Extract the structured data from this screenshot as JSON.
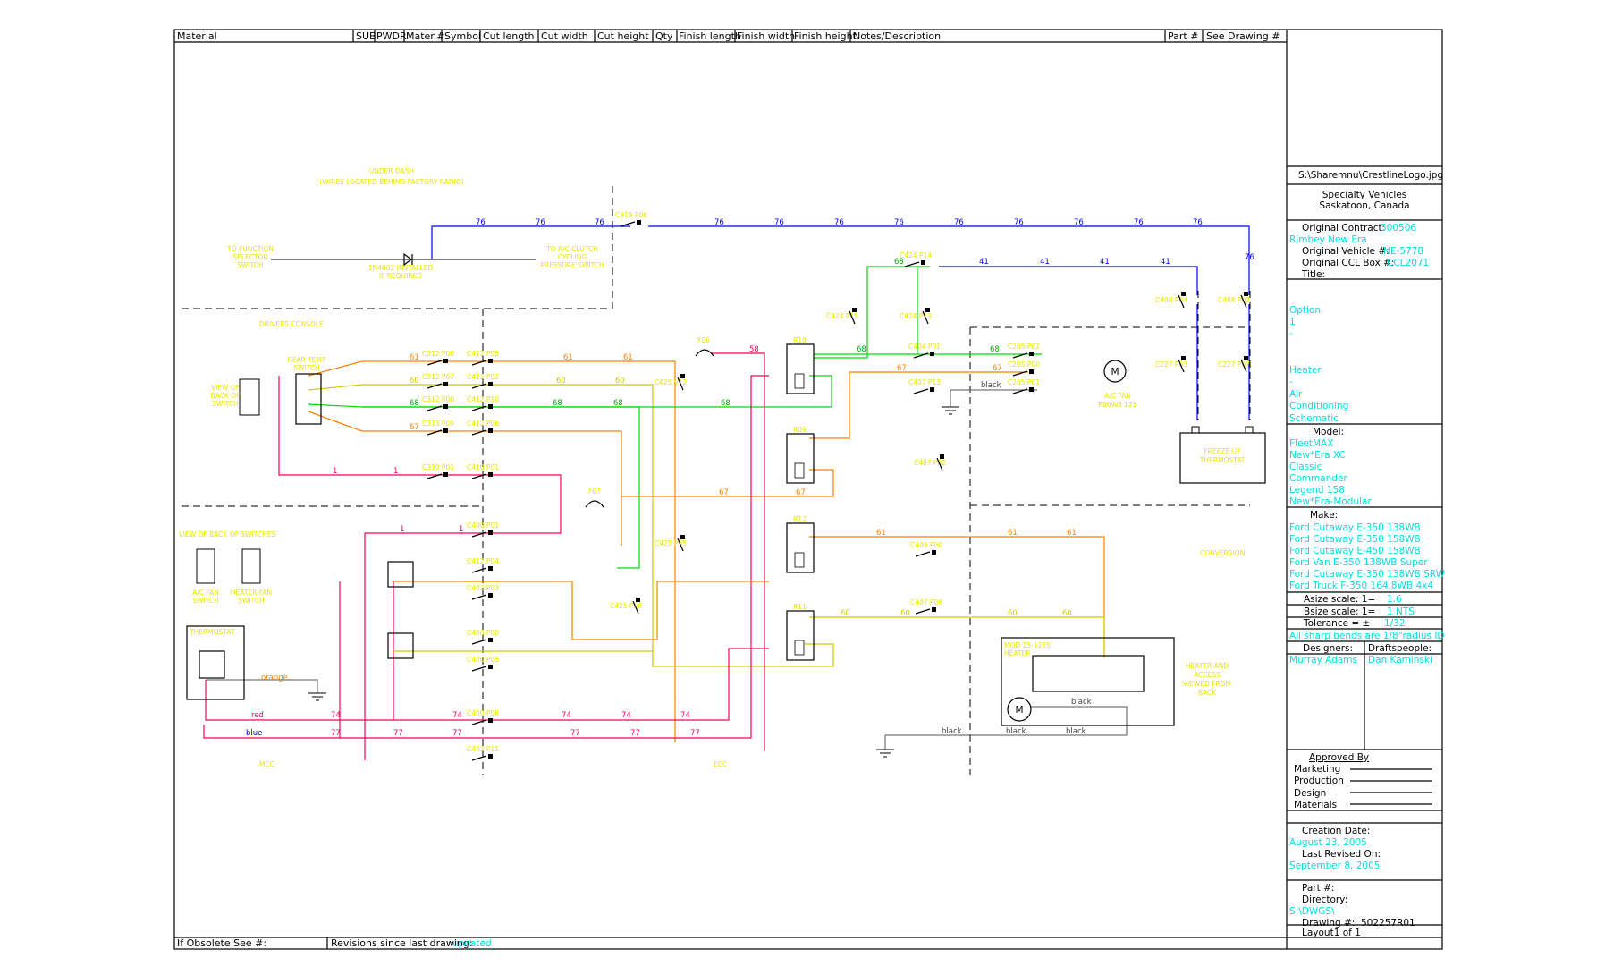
{
  "header": {
    "columns": [
      "Material",
      "SUB",
      "PWDR",
      "Mater.#",
      "Symbol",
      "Cut length",
      "Cut width",
      "Cut height",
      "Qty",
      "Finish length",
      "Finish width",
      "Finish height",
      "Notes/Description",
      "Part #",
      "See Drawing #"
    ]
  },
  "footer": {
    "obsolete_label": "If Obsolete See #:",
    "revisions_label": "Revisions since last drawing:",
    "revisions_value": "updated"
  },
  "title_block": {
    "logo_path": "S:\\Sharemnu\\CrestlineLogo.jpg",
    "company_line1": "Specialty Vehicles",
    "company_line2": "Saskatoon, Canada",
    "original_contract_label": "Original Contract:",
    "original_contract_value": "300506",
    "customer": "Rimbey New Era",
    "original_vehicle_label": "Original Vehicle #:",
    "original_vehicle_value": "NE-5778",
    "original_ccl_label": "Original CCL Box #:",
    "original_ccl_value": "CCL2071",
    "title_label": "Title:",
    "title_lines": [
      "Option",
      "1",
      "-",
      "",
      "",
      "Heater",
      "-",
      "Air",
      "Conditioning",
      "Schematic"
    ],
    "model_label": "Model:",
    "models": [
      "FleetMAX",
      "New*Era XC",
      "Classic",
      "Commander",
      "Legend 158",
      "New*Era-Modular"
    ],
    "make_label": "Make:",
    "makes": [
      "Ford Cutaway E-350 138WB",
      "Ford Cutaway E-350 158WB",
      "Ford Cutaway E-450 158WB",
      "Ford Van E-350 138WB Super",
      "Ford Cutaway E-350 138WB SRW",
      "Ford Truck F-350 164.8WB 4x4"
    ],
    "asize_label": "Asize scale: 1=",
    "asize_value": "1.6",
    "bsize_label": "Bsize scale: 1=",
    "bsize_value": "1  NTS",
    "tolerance_label": "Tolerance = ±",
    "tolerance_value": "1/32",
    "sharp_bends": "All sharp bends are 1/8\"radius ID",
    "designers_label": "Designers:",
    "designers_value": "Murray Adams",
    "draftspeople_label": "Draftspeople:",
    "draftspeople_value": "Dan Kaminski",
    "approved_label": "Approved By",
    "approvals": [
      "Marketing",
      "Production",
      "Design",
      "Materials"
    ],
    "creation_label": "Creation Date:",
    "creation_value": "August 23, 2005",
    "revised_label": "Last Revised On:",
    "revised_value": "September 8, 2005",
    "part_label": "Part #:",
    "directory_label": "Directory:",
    "directory_value": "S:\\DWGS\\",
    "drawing_label": "Drawing #:",
    "drawing_value": "502257R01",
    "layout_value": "Layout1 of 1"
  },
  "zones": {
    "under_dash": [
      "UNDER DASH",
      "(WIRES LOCATED BEHIND FACTORY RADIO)"
    ],
    "drivers_console": "DRIVERS CONSOLE",
    "conversion": "CONVERSION",
    "mcc": "MCC",
    "ecc": "ECC"
  },
  "components": {
    "fan_label_1": "A/C FAN",
    "fan_label_2": "P06W8 125",
    "freeze_1": "FREEZE UP",
    "freeze_2": "THERMOSTAT",
    "heater_1": "MOD 15-1205",
    "heater_2": "HEATER",
    "heater_view": [
      "HEATER AND",
      "ACCESS",
      "VIEWED FROM",
      "BACK"
    ],
    "thermostat": "THERMOSTAT",
    "to_function": [
      "TO FUNCTION",
      "SELECTOR",
      "SWITCH"
    ],
    "to_ac_clutch": [
      "TO A/C CLUTCH",
      "CYCLING",
      "PRESSURE SWITCH"
    ],
    "diode_note": [
      "1N4002 INSTALLED",
      "IF REQUIRED"
    ],
    "rear_temp": [
      "REAR TEMP",
      "SWITCH"
    ],
    "view_rear": [
      "VIEW OF",
      "BACK OF",
      "SWITCH"
    ],
    "view_back_switches": "VIEW OF BACK OF SWITCHES",
    "ac_fan_switch": [
      "A/C FAN",
      "SWITCH"
    ],
    "heater_fan_switch": [
      "HEATER FAN",
      "SWITCH"
    ],
    "motor_symbol": "M",
    "relays": [
      "R10",
      "R09",
      "R12",
      "R11"
    ],
    "fuses": [
      "F06",
      "F07"
    ]
  },
  "wire_labels": {
    "w76": "76",
    "w41": "41",
    "w68": "68",
    "w67": "67",
    "w61": "61",
    "w60": "60",
    "w1": "1",
    "w58": "58",
    "w77": "77",
    "w74": "74",
    "red": "red",
    "blue": "blue",
    "black": "black",
    "orange": "orange"
  },
  "connectors": [
    {
      "id": "c418",
      "text": "C418 P06"
    },
    {
      "id": "c424a",
      "text": "C424 P14"
    },
    {
      "id": "c424b",
      "text": "C424 P15"
    },
    {
      "id": "c424c",
      "text": "C424 P13"
    },
    {
      "id": "c406",
      "text": "C406 P04"
    },
    {
      "id": "c408",
      "text": "C408 P03"
    },
    {
      "id": "c227a",
      "text": "C227 P03"
    },
    {
      "id": "c227b",
      "text": "C227 P07"
    },
    {
      "id": "c404",
      "text": "C404 P01"
    },
    {
      "id": "c205a",
      "text": "C205 P02"
    },
    {
      "id": "c205b",
      "text": "C205 P00"
    },
    {
      "id": "c205c",
      "text": "C205 P01"
    },
    {
      "id": "c407",
      "text": "C407 P13"
    },
    {
      "id": "c312a",
      "text": "C312 P08"
    },
    {
      "id": "c412a",
      "text": "C412 P05"
    },
    {
      "id": "c312b",
      "text": "C312 P07"
    },
    {
      "id": "c412b",
      "text": "C412 P02"
    },
    {
      "id": "c312c",
      "text": "C312 P00"
    },
    {
      "id": "c412c",
      "text": "C412 P10"
    },
    {
      "id": "c313",
      "text": "C313 P09"
    },
    {
      "id": "c412d",
      "text": "C412 P06"
    },
    {
      "id": "c310",
      "text": "C310 P01"
    },
    {
      "id": "c410",
      "text": "C410 P01"
    },
    {
      "id": "c400a",
      "text": "C400 P01"
    },
    {
      "id": "c412e",
      "text": "C412 P04"
    },
    {
      "id": "c402a",
      "text": "C402 P03"
    },
    {
      "id": "c400b",
      "text": "C400 P00"
    },
    {
      "id": "c400c",
      "text": "C400 P05"
    },
    {
      "id": "c400d",
      "text": "C400 P06"
    },
    {
      "id": "c402b",
      "text": "C402 P11"
    },
    {
      "id": "c425a",
      "text": "C425 V12"
    },
    {
      "id": "c425b",
      "text": "C425 P35"
    },
    {
      "id": "c425c",
      "text": "C425 P06"
    },
    {
      "id": "c409",
      "text": "C409 P00"
    },
    {
      "id": "c407b",
      "text": "C407 P08"
    },
    {
      "id": "c407c",
      "text": "C407 P02"
    }
  ]
}
